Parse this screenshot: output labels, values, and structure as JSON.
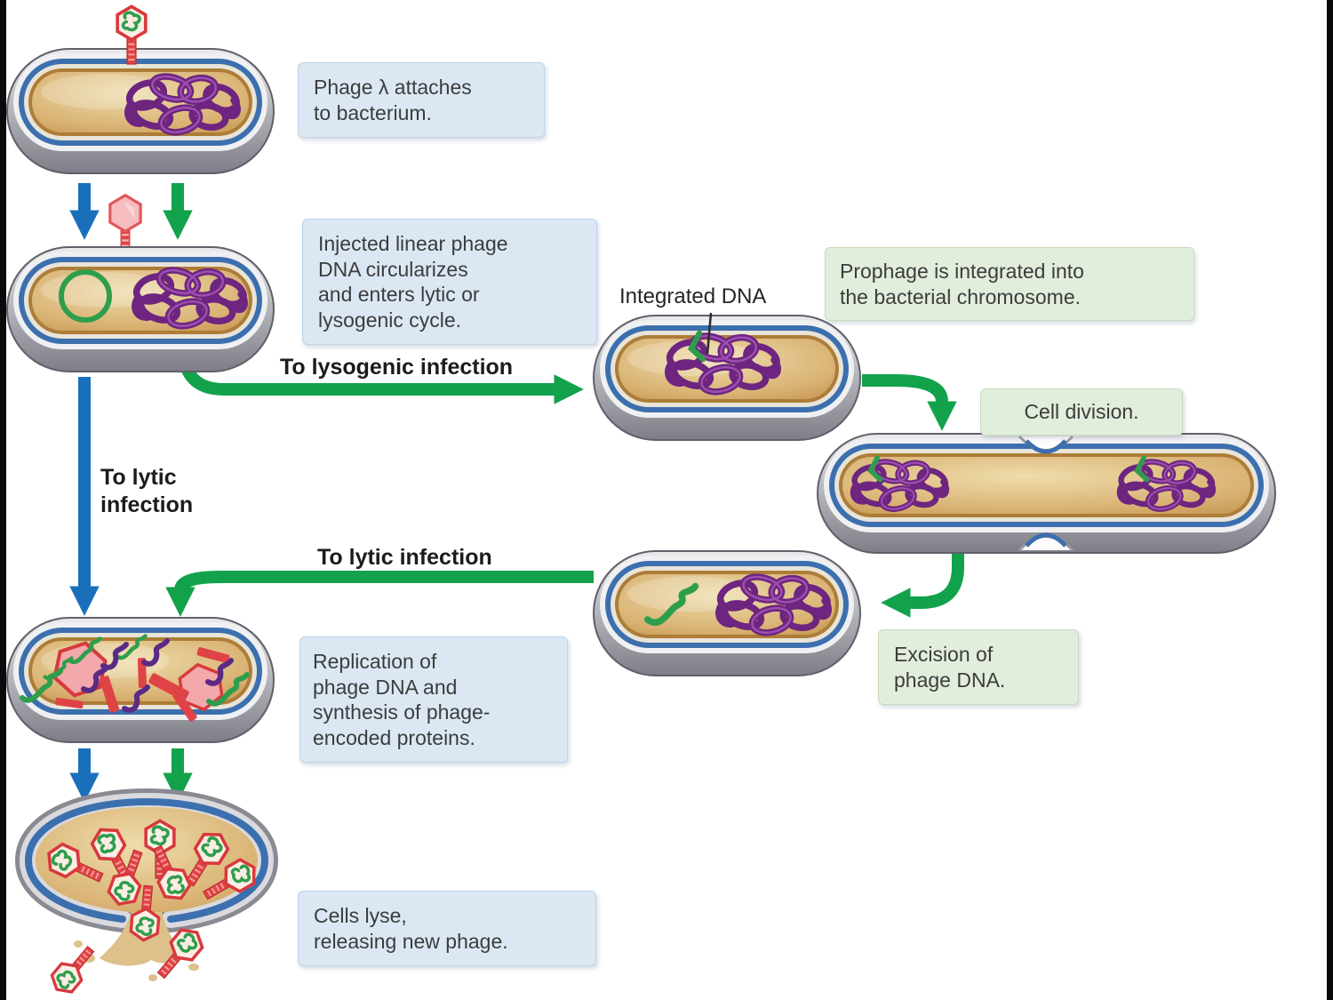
{
  "figure": {
    "type": "biology-process-diagram",
    "subject": "Bacteriophage lambda lytic and lysogenic infection cycles"
  },
  "callouts": {
    "attach": {
      "text": "Phage λ attaches\nto bacterium.",
      "style": "blue"
    },
    "inject": {
      "text": "Injected linear phage\nDNA circularizes\nand enters lytic or\nlysogenic cycle.",
      "style": "blue"
    },
    "prophage": {
      "text": "Prophage is integrated into\nthe bacterial chromosome.",
      "style": "green"
    },
    "cell_division": {
      "text": "Cell division.",
      "style": "green"
    },
    "excision": {
      "text": "Excision of\nphage DNA.",
      "style": "green"
    },
    "replication": {
      "text": "Replication of\nphage DNA and\nsynthesis of phage-\nencoded proteins.",
      "style": "blue"
    },
    "lyse": {
      "text": "Cells lyse,\nreleasing new phage.",
      "style": "blue"
    }
  },
  "labels": {
    "to_lysogenic": "To lysogenic infection",
    "to_lytic_vertical": "To lytic\ninfection",
    "to_lytic_horizontal": "To lytic infection",
    "integrated_dna": "Integrated DNA"
  },
  "colors": {
    "callout_blue_bg": "#dbe8f4",
    "callout_green_bg": "#e2eedc",
    "arrow_blue": "#1a6fba",
    "arrow_green": "#12a24b",
    "cell_wall_gray": "#82828a",
    "cell_membrane_blue": "#3c6fae",
    "cytoplasm_tan": "#d9b273",
    "chromosome_purple": "#6d2580",
    "phage_capsid_red": "#d8393c",
    "phage_dna_green": "#2f9e4c"
  }
}
